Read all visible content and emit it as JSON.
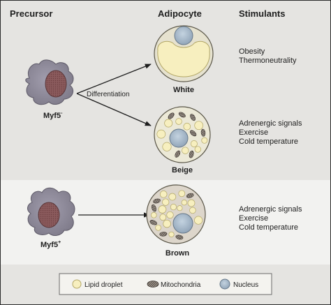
{
  "headers": {
    "precursor": "Precursor",
    "adipocyte": "Adipocyte",
    "stimulants": "Stimulants"
  },
  "precursors": {
    "myf5_negative": {
      "label": "Myf5",
      "sign": "-"
    },
    "myf5_positive": {
      "label": "Myf5",
      "sign": "+"
    }
  },
  "arrow_label": "Differentiation",
  "cells": {
    "white": "White",
    "beige": "Beige",
    "brown": "Brown"
  },
  "stimulants": {
    "white": [
      "Obesity",
      "Thermoneutrality"
    ],
    "beige": [
      "Adrenergic signals",
      "Exercise",
      "Cold temperature"
    ],
    "brown": [
      "Adrenergic signals",
      "Exercise",
      "Cold temperature"
    ]
  },
  "legend": {
    "lipid": "Lipid droplet",
    "mito": "Mitochondria",
    "nucleus": "Nucleus"
  },
  "colors": {
    "top_panel": "#e5e4e1",
    "bottom_panel": "#f2f2f0",
    "precursor_cell": "#8e8a98",
    "precursor_nucleus": "#8a5a5c",
    "cell_cytoplasm": "#ece9d7",
    "lipid_droplet": "#f7efbf",
    "mitochondria": "#5a524c",
    "nucleus": "#a7b9cb"
  }
}
